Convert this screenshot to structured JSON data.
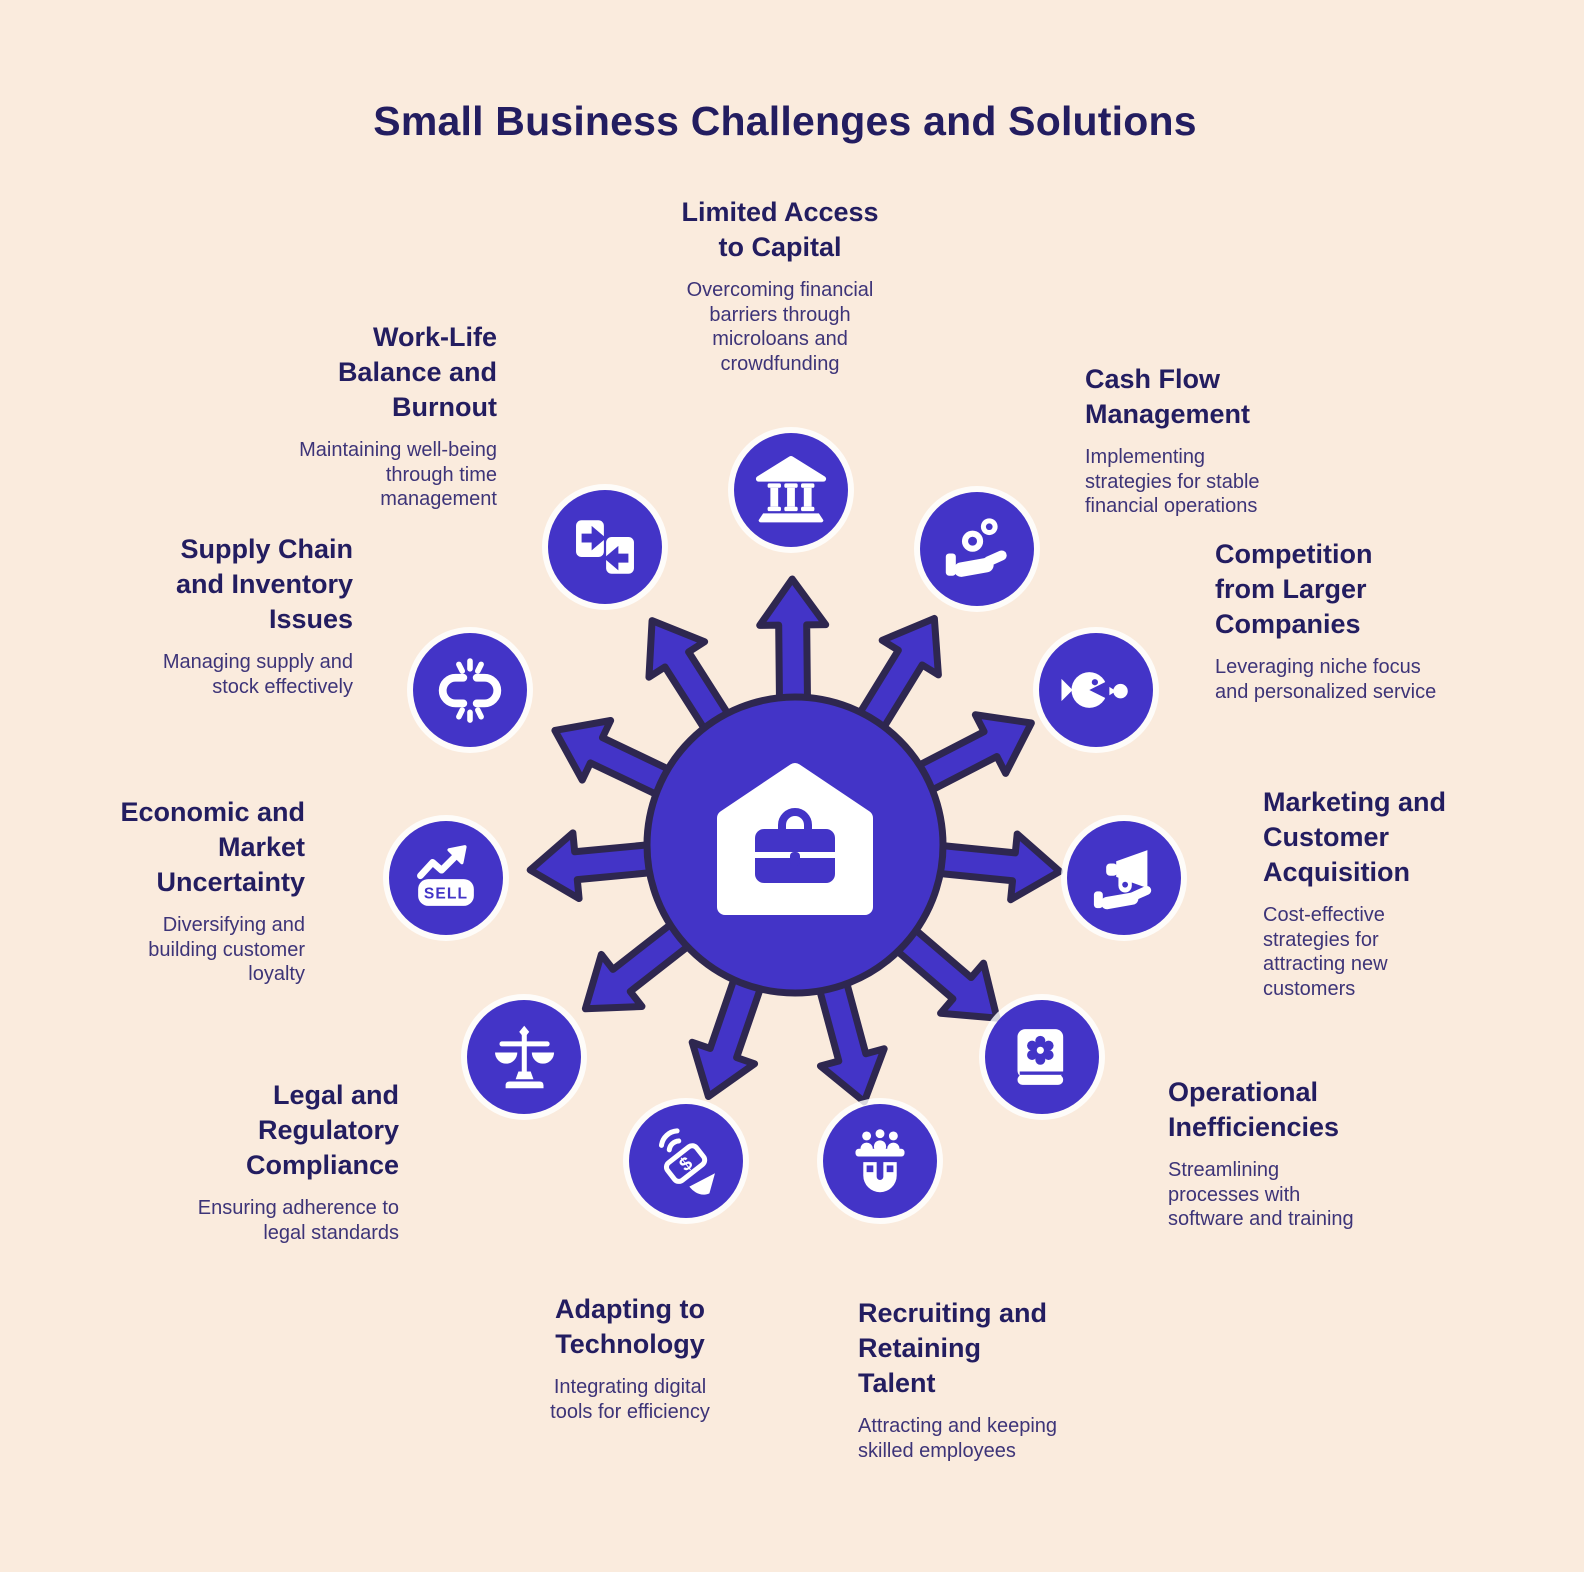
{
  "title": "Small Business Challenges and Solutions",
  "colors": {
    "background": "#faebdd",
    "primary": "#4334c7",
    "outline": "#2e2750",
    "heading": "#231d60",
    "body_text": "#3d3478",
    "icon_fill": "#ffffff"
  },
  "center": {
    "icon": "home-briefcase-icon"
  },
  "items": [
    {
      "id": "limited-access-to-capital",
      "icon": "bank-icon",
      "title": "Limited Access\nto Capital",
      "description": "Overcoming financial\nbarriers through\nmicroloans and\ncrowdfunding"
    },
    {
      "id": "cash-flow-management",
      "icon": "coins-in-hand-icon",
      "title": "Cash Flow\nManagement",
      "description": "Implementing\nstrategies for stable\nfinancial operations"
    },
    {
      "id": "competition-from-larger-companies",
      "icon": "big-fish-small-fish-icon",
      "title": "Competition\nfrom Larger\nCompanies",
      "description": "Leveraging niche focus\nand personalized service"
    },
    {
      "id": "marketing-and-customer-acquisition",
      "icon": "megaphone-hand-icon",
      "title": "Marketing and\nCustomer\nAcquisition",
      "description": "Cost-effective\nstrategies for\nattracting new\ncustomers"
    },
    {
      "id": "operational-inefficiencies",
      "icon": "book-gear-icon",
      "title": "Operational\nInefficiencies",
      "description": "Streamlining\nprocesses with\nsoftware and training"
    },
    {
      "id": "recruiting-and-retaining-talent",
      "icon": "magnet-people-icon",
      "title": "Recruiting and\nRetaining\nTalent",
      "description": "Attracting and keeping\nskilled employees"
    },
    {
      "id": "adapting-to-technology",
      "icon": "contactless-payment-icon",
      "icon_label": "$",
      "title": "Adapting to\nTechnology",
      "description": "Integrating digital\ntools for efficiency"
    },
    {
      "id": "legal-and-regulatory-compliance",
      "icon": "scales-icon",
      "title": "Legal and\nRegulatory\nCompliance",
      "description": "Ensuring adherence to\nlegal standards"
    },
    {
      "id": "economic-and-market-uncertainty",
      "icon": "sell-chart-icon",
      "icon_label": "SELL",
      "title": "Economic and\nMarket\nUncertainty",
      "description": "Diversifying and\nbuilding customer\nloyalty"
    },
    {
      "id": "supply-chain-and-inventory-issues",
      "icon": "broken-chain-icon",
      "title": "Supply Chain\nand Inventory\nIssues",
      "description": "Managing supply and\nstock effectively"
    },
    {
      "id": "work-life-balance-and-burnout",
      "icon": "transfer-cards-icon",
      "title": "Work-Life\nBalance and\nBurnout",
      "description": "Maintaining well-being\nthrough time\nmanagement"
    }
  ]
}
